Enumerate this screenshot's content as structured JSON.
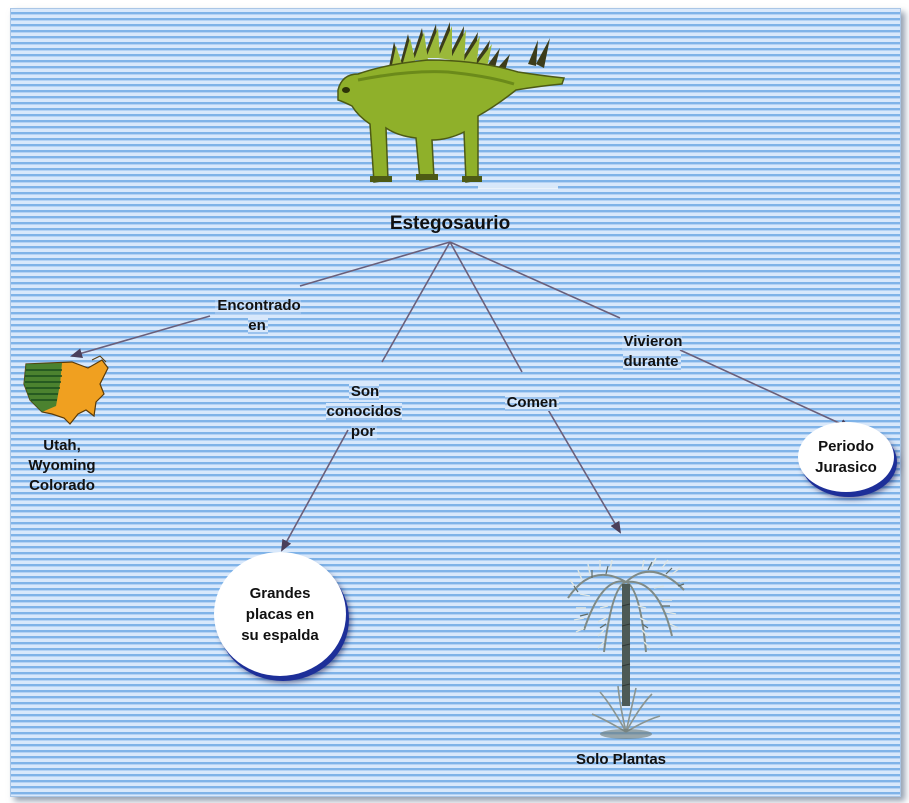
{
  "diagram": {
    "root": "Estegosaurio",
    "links": {
      "found_in": "Encontrado\nen",
      "known_for": "Son\nconocidos\npor",
      "eat": "Comen",
      "lived_during": "Vivieron\ndurante"
    },
    "nodes": {
      "locations": "Utah,\nWyoming\nColorado",
      "plates": "Grandes\nplacas en\nsu espalda",
      "food": "Solo Plantas",
      "period": "Periodo\nJurasico"
    },
    "icons": [
      "stegosaurus-image",
      "usa-map-icon",
      "palm-tree-image"
    ],
    "colors": {
      "background_stripe": "#7fb3e8",
      "line": "#6a5f7a",
      "oval_shadow": "#1d2f99",
      "dino_green": "#8fb02a",
      "map_orange": "#f0a020"
    }
  }
}
